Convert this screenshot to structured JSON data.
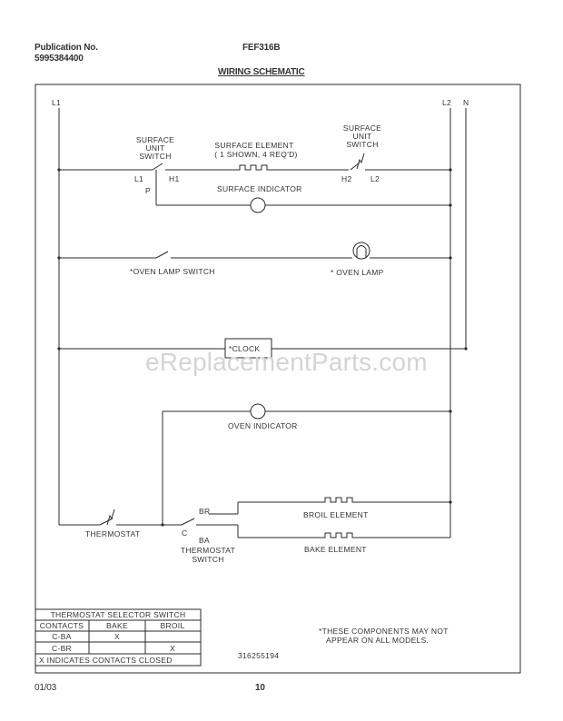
{
  "header": {
    "publication_label": "Publication No.",
    "publication_number": "5995384400",
    "model": "FEF316B",
    "title": "WIRING SCHEMATIC"
  },
  "lines": {
    "l1": "L1",
    "l2": "L2",
    "n": "N"
  },
  "labels": {
    "surface_unit_switch_left_1": "SURFACE",
    "surface_unit_switch_left_2": "UNIT",
    "surface_unit_switch_left_3": "SWITCH",
    "l1_term": "L1",
    "h1_term": "H1",
    "p_term": "P",
    "surface_element_1": "SURFACE ELEMENT",
    "surface_element_2": "( 1 SHOWN, 4 REQ'D)",
    "surface_unit_switch_right_1": "SURFACE",
    "surface_unit_switch_right_2": "UNIT",
    "surface_unit_switch_right_3": "SWITCH",
    "h2_term": "H2",
    "l2_term": "L2",
    "surface_indicator": "SURFACE INDICATOR",
    "oven_lamp_switch": "*OVEN LAMP SWITCH",
    "oven_lamp": "* OVEN LAMP",
    "clock": "*CLOCK",
    "oven_indicator": "OVEN INDICATOR",
    "br_term": "BR",
    "c_term": "C",
    "ba_term": "BA",
    "thermostat": "THERMOSTAT",
    "thermostat_switch_1": "THERMOSTAT",
    "thermostat_switch_2": "SWITCH",
    "broil_element": "BROIL ELEMENT",
    "bake_element": "BAKE ELEMENT"
  },
  "selector_table": {
    "title": "THERMOSTAT SELECTOR SWITCH",
    "headers": [
      "CONTACTS",
      "BAKE",
      "BROIL"
    ],
    "rows": [
      [
        "C-BA",
        "X",
        ""
      ],
      [
        "C-BR",
        "",
        "X"
      ]
    ],
    "footer": "X INDICATES CONTACTS CLOSED"
  },
  "notes": {
    "components_note_1": "*THESE COMPONENTS MAY NOT",
    "components_note_2": "APPEAR ON ALL MODELS.",
    "part_number": "316255194"
  },
  "footer": {
    "date": "01/03",
    "page": "10"
  },
  "watermark": "eReplacementParts.com",
  "colors": {
    "line": "#2a2a2a",
    "watermark": "#d4d4d4"
  }
}
